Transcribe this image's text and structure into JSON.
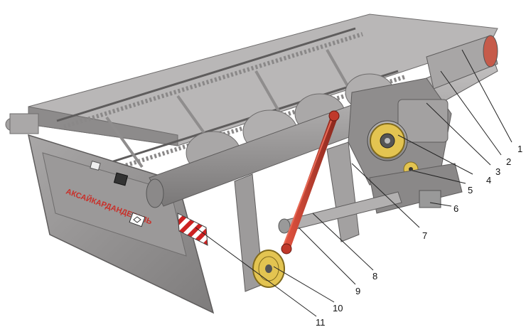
{
  "diagram": {
    "brand_text": "АКСАЙКАРДАНДЕТАЛЬ",
    "callouts": [
      "1",
      "2",
      "3",
      "4",
      "5",
      "6",
      "7",
      "8",
      "9",
      "10",
      "11"
    ]
  },
  "colors": {
    "body": "#9c9a9a",
    "body_dark": "#7d7b7b",
    "body_light": "#bdbbbb",
    "shaft_red": "#c0392b",
    "gear_yellow": "#e3c451",
    "warning_red": "#cc2222"
  }
}
